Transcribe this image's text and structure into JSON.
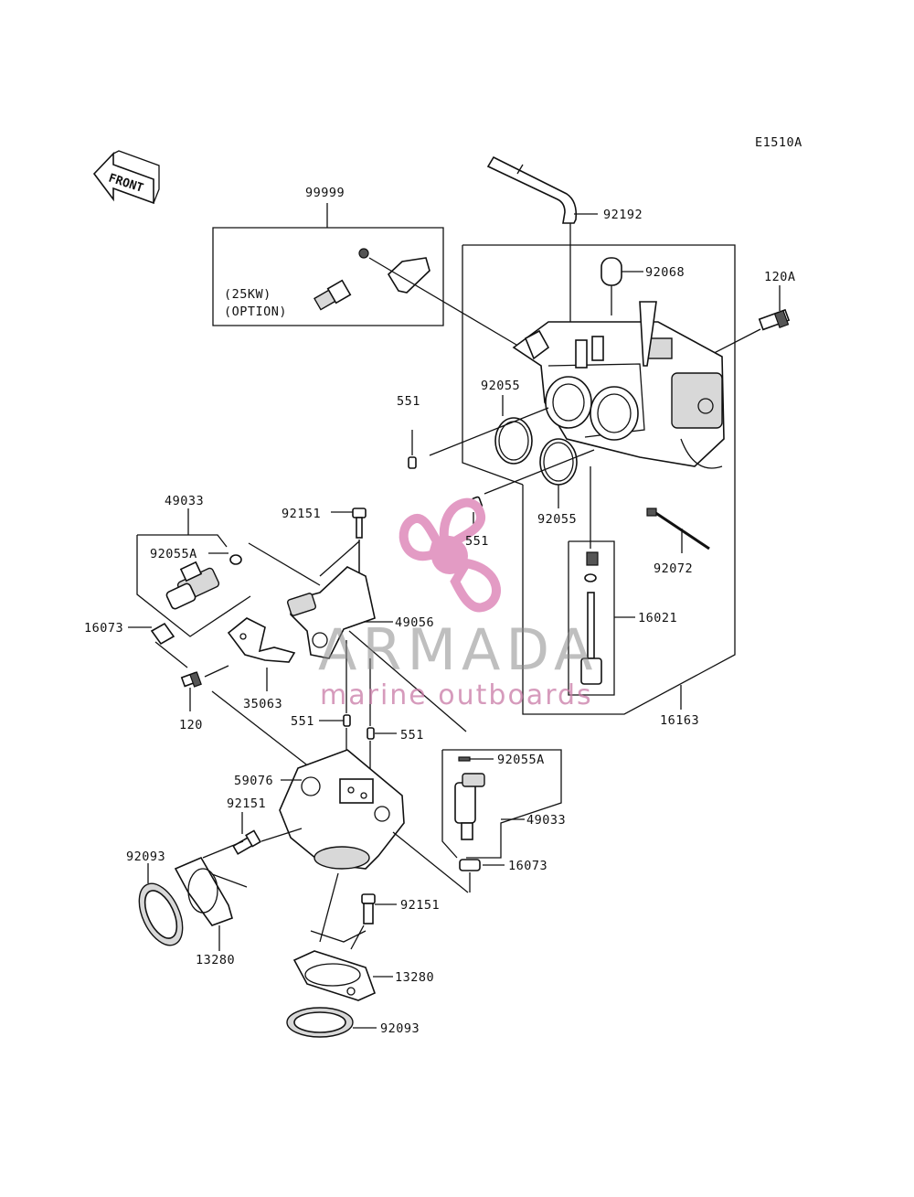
{
  "diagram_code": "E1510A",
  "front_label": "FRONT",
  "option_note": {
    "line1": "(25KW)",
    "line2": "(OPTION)"
  },
  "watermark": {
    "brand": "ARMADA",
    "tagline": "marine outboards",
    "color": "#e39bc4"
  },
  "parts": {
    "p99999": "99999",
    "p92192": "92192",
    "p92068": "92068",
    "p120A": "120A",
    "p92055_top": "92055",
    "p92055_bottom": "92055",
    "p551_top": "551",
    "p551_mid": "551",
    "p92072": "92072",
    "p16021": "16021",
    "p16163": "16163",
    "p49033_top": "49033",
    "p92055A_top": "92055A",
    "p92151_top": "92151",
    "p49056": "49056",
    "p16073_left": "16073",
    "p35063": "35063",
    "p120": "120",
    "p551_left": "551",
    "p551_right": "551",
    "p92055A_bottom": "92055A",
    "p49033_bottom": "49033",
    "p16073_bottom": "16073",
    "p59076": "59076",
    "p92151_left": "92151",
    "p92093_left": "92093",
    "p13280_left": "13280",
    "p92151_lower": "92151",
    "p13280_right": "13280",
    "p92093_bottom": "92093"
  }
}
